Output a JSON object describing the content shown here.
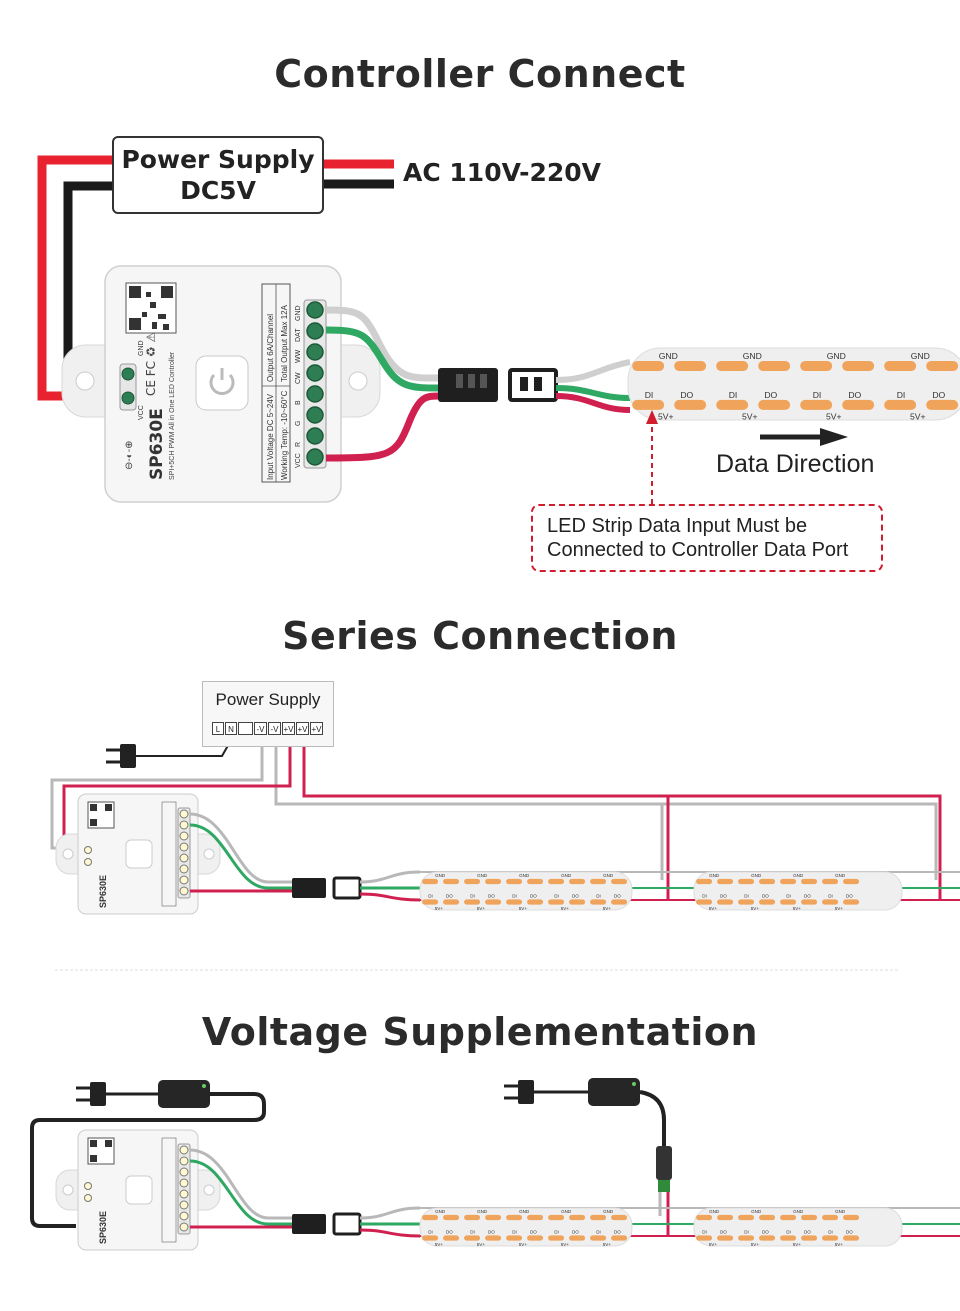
{
  "titles": {
    "controller_connect": "Controller Connect",
    "series_connection": "Series Connection",
    "voltage_supplementation": "Voltage Supplementation"
  },
  "section1": {
    "power_supply_line1": "Power Supply",
    "power_supply_line2": "DC5V",
    "ac_label": "AC 110V-220V",
    "data_direction": "Data Direction",
    "note_line1": "LED Strip Data Input Must be",
    "note_line2": "Connected to Controller Data Port",
    "controller_model": "SP630E",
    "controller_subtitle": "SPI+5CH PWM All in One LED Controller",
    "spec_line1": "Input Voltage DC 5~24V",
    "spec_line2": "Working Temp: -10~60°C",
    "spec_line3": "Output 6A/Channel",
    "spec_line4": "Total Output Max 12A",
    "pin_labels": [
      "GND",
      "DAT",
      "WW",
      "CW",
      "B",
      "G",
      "R",
      "VCC"
    ],
    "input_labels": [
      "GND",
      "VCC"
    ],
    "strip_labels": {
      "gnd": "GND",
      "di": "DI",
      "do": "DO",
      "v": "5V+"
    }
  },
  "section2": {
    "power_supply": "Power Supply",
    "terminals": [
      "L",
      "N",
      "",
      "-V",
      "-V",
      "+V",
      "+V",
      "+V"
    ]
  },
  "colors": {
    "red": "#e8232f",
    "black": "#1a1a1a",
    "green": "#2ea862",
    "pink": "#d0204f",
    "grey": "#b8b8b8",
    "led": "#f0a35a",
    "strip": "#efefef"
  }
}
